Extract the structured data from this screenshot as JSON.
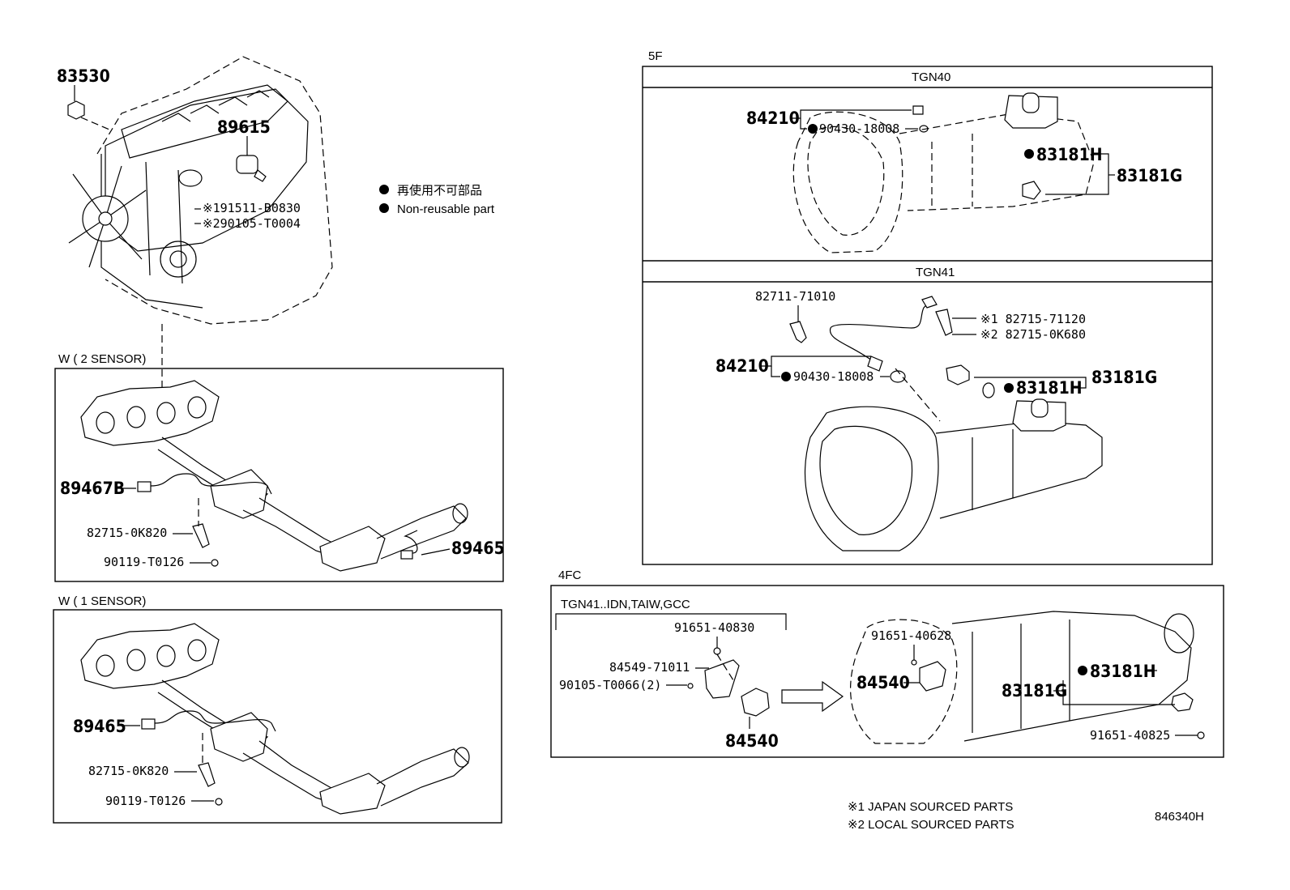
{
  "diagram_id": "846340H",
  "legend": {
    "jp": "再使用不可部品",
    "en": "Non-reusable part"
  },
  "footnotes": [
    "※1 JAPAN SOURCED PARTS",
    "※2 LOCAL SOURCED PARTS"
  ],
  "engine": {
    "p83530": "83530",
    "p89615": "89615",
    "n1": "※191511-B0830",
    "n2": "※290105-T0004"
  },
  "w2": {
    "title": "W ( 2 SENSOR)",
    "p89467b": "89467B",
    "p82715": "82715-0K820",
    "p90119": "90119-T0126",
    "p89465": "89465"
  },
  "w1": {
    "title": "W ( 1 SENSOR)",
    "p89465": "89465",
    "p82715": "82715-0K820",
    "p90119": "90119-T0126"
  },
  "fivef": {
    "title": "5F",
    "tgn40": {
      "title": "TGN40",
      "p84210": "84210",
      "p90430": "90430-18008",
      "p83181h": "83181H",
      "p83181g": "83181G"
    },
    "tgn41": {
      "title": "TGN41",
      "p82711": "82711-71010",
      "n1": "※1  82715-71120",
      "n2": "※2  82715-0K680",
      "p84210": "84210",
      "p90430": "90430-18008",
      "p83181h": "83181H",
      "p83181g": "83181G"
    }
  },
  "fourfc": {
    "title": "4FC",
    "sub": "TGN41..IDN,TAIW,GCC",
    "p91651a": "91651-40830",
    "p84549": "84549-71011",
    "p90105": "90105-T0066(2)",
    "p84540a": "84540",
    "p91651b": "91651-40628",
    "p84540b": "84540",
    "p83181h": "83181H",
    "p83181g": "83181G",
    "p91651c": "91651-40825"
  }
}
